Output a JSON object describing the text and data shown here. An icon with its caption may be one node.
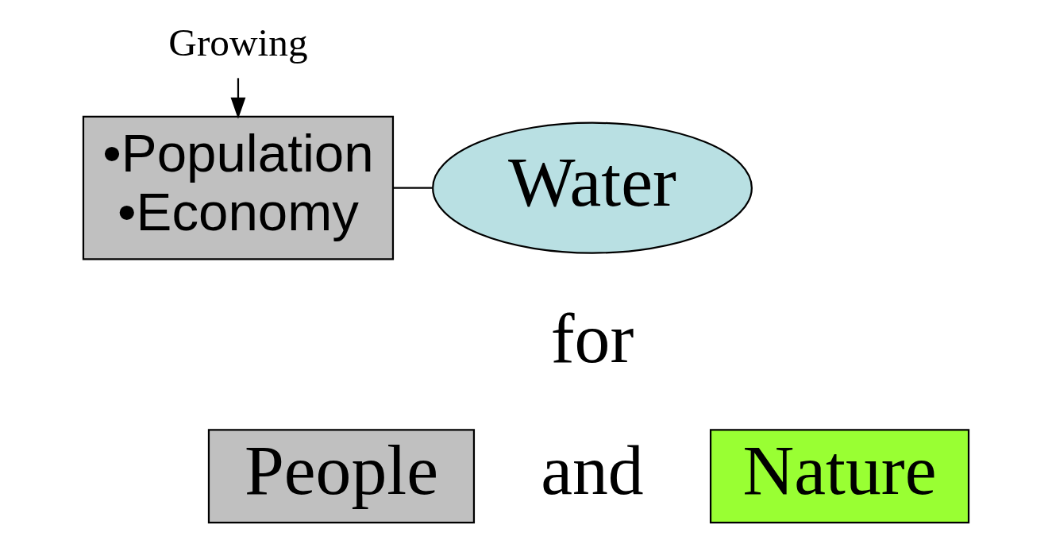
{
  "diagram": {
    "nodes": [
      {
        "text": [
          "Growing"
        ]
      },
      {
        "text": [
          "•Population",
          "•Economy"
        ]
      },
      {
        "text": [
          "Water"
        ]
      },
      {
        "text": [
          "People"
        ]
      },
      {
        "text": [
          "Nature"
        ]
      }
    ],
    "edges": [
      {
        "from": 0,
        "to": 1,
        "arrow": "to"
      },
      {
        "from": 1,
        "to": 2,
        "arrow": "none"
      }
    ],
    "labels": [
      "for",
      "and"
    ]
  }
}
